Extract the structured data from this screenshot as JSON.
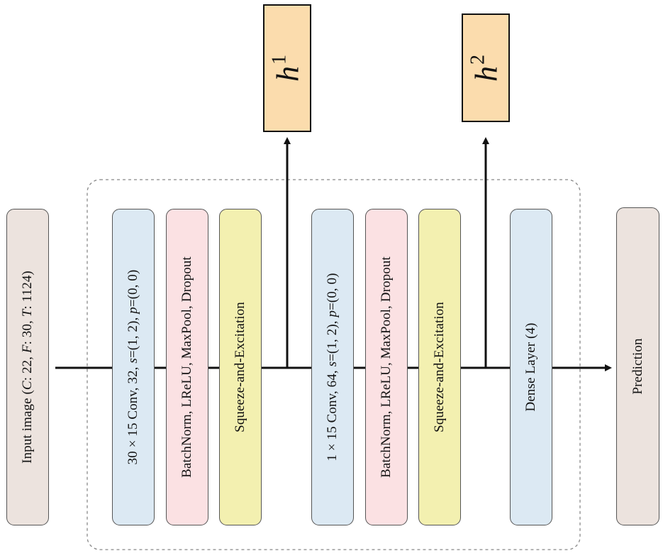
{
  "input_block": {
    "pre": "Input image (",
    "c": "C",
    "c_rest": ": 22, ",
    "f": "F",
    "f_rest": ": 30, ",
    "t": "T",
    "t_rest": ": 1124)"
  },
  "conv1": {
    "pre": "30 × 15 Conv, 32, ",
    "s": "s",
    "s_rest": "=(1, 2), ",
    "p": "p",
    "p_rest": "=(0, 0)"
  },
  "norm1": {
    "label": "BatchNorm, LReLU, MaxPool, Dropout"
  },
  "se1": {
    "label": "Squeeze-and-Excitation"
  },
  "conv2": {
    "pre": "1 × 15 Conv, 64, ",
    "s": "s",
    "s_rest": "=(1, 2), ",
    "p": "p",
    "p_rest": "=(0, 0)"
  },
  "norm2": {
    "label": "BatchNorm, LReLU, MaxPool, Dropout"
  },
  "se2": {
    "label": "Squeeze-and-Excitation"
  },
  "dense": {
    "label": "Dense Layer (4)"
  },
  "prediction": {
    "label": "Prediction"
  },
  "h1": {
    "base": "h",
    "sup": "1"
  },
  "h2": {
    "base": "h",
    "sup": "2"
  },
  "colors": {
    "blue": "#dce9f3",
    "pink": "#fbe1e3",
    "yellow": "#f3f0b0",
    "beige": "#ece3de",
    "orange": "#fbdcad"
  }
}
